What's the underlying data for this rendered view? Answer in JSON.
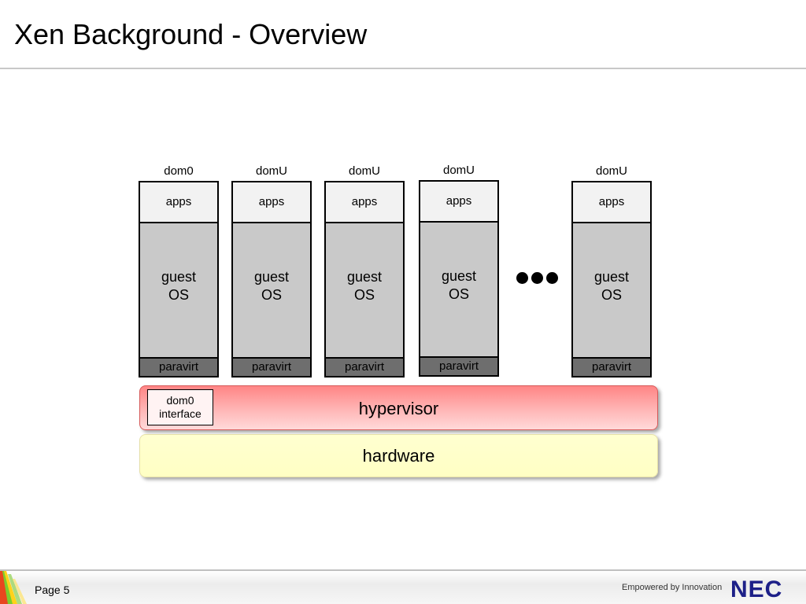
{
  "slide": {
    "title": "Xen Background - Overview",
    "page_label": "Page 5",
    "tagline": "Empowered by Innovation",
    "logo": "NEC"
  },
  "domains": [
    {
      "label": "dom0",
      "apps": "apps",
      "guest_line1": "guest",
      "guest_line2": "OS",
      "paravirt": "paravirt"
    },
    {
      "label": "domU",
      "apps": "apps",
      "guest_line1": "guest",
      "guest_line2": "OS",
      "paravirt": "paravirt"
    },
    {
      "label": "domU",
      "apps": "apps",
      "guest_line1": "guest",
      "guest_line2": "OS",
      "paravirt": "paravirt"
    },
    {
      "label": "domU",
      "apps": "apps",
      "guest_line1": "guest",
      "guest_line2": "OS",
      "paravirt": "paravirt"
    },
    {
      "label": "domU",
      "apps": "apps",
      "guest_line1": "guest",
      "guest_line2": "OS",
      "paravirt": "paravirt"
    }
  ],
  "hypervisor": {
    "label": "hypervisor",
    "interface_line1": "dom0",
    "interface_line2": "interface"
  },
  "hardware": {
    "label": "hardware"
  },
  "colors": {
    "hypervisor_fill": "#ff9a9a",
    "hardware_fill": "#ffffcc",
    "apps_fill": "#f2f2f2",
    "guest_fill": "#c9c9c9",
    "paravirt_fill": "#6e6e6e",
    "logo_blue": "#1d2088"
  },
  "icons": {
    "ellipsis": "ellipsis-dots-icon",
    "corner": "rainbow-corner-graphic"
  }
}
